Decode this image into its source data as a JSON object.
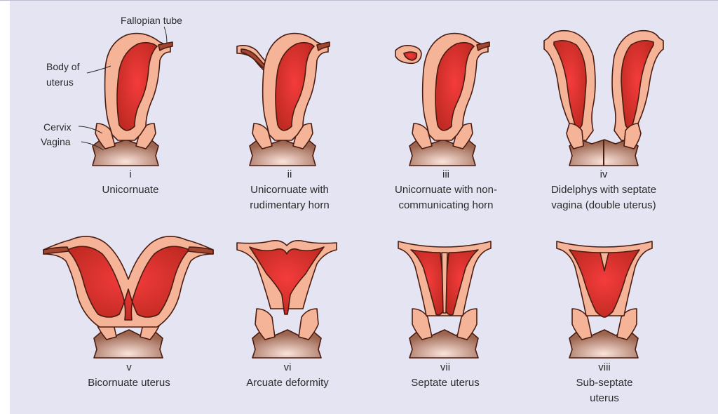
{
  "labels": {
    "fallopian_tube": "Fallopian tube",
    "body_of_uterus_1": "Body of",
    "body_of_uterus_2": "uterus",
    "cervix": "Cervix",
    "vagina": "Vagina"
  },
  "panels": [
    {
      "numeral": "i",
      "caption": [
        "Unicornuate"
      ]
    },
    {
      "numeral": "ii",
      "caption": [
        "Unicornuate with",
        "rudimentary horn"
      ]
    },
    {
      "numeral": "iii",
      "caption": [
        "Unicornuate with non-",
        "communicating horn"
      ]
    },
    {
      "numeral": "iv",
      "caption": [
        "Didelphys with septate",
        "vagina (double uterus)"
      ]
    },
    {
      "numeral": "v",
      "caption": [
        "Bicornuate uterus"
      ]
    },
    {
      "numeral": "vi",
      "caption": [
        "Arcuate deformity"
      ]
    },
    {
      "numeral": "vii",
      "caption": [
        "Septate uterus"
      ]
    },
    {
      "numeral": "viii",
      "caption": [
        "Sub-septate",
        "uterus"
      ]
    }
  ],
  "colors": {
    "background": "#e4e4f2",
    "tissue": "#f5b497",
    "cavity": "#d12e25",
    "cavity_core": "#f02a2a",
    "outline": "#4a1c12",
    "vagina": "#a9715b",
    "text": "#2b2b2b"
  }
}
